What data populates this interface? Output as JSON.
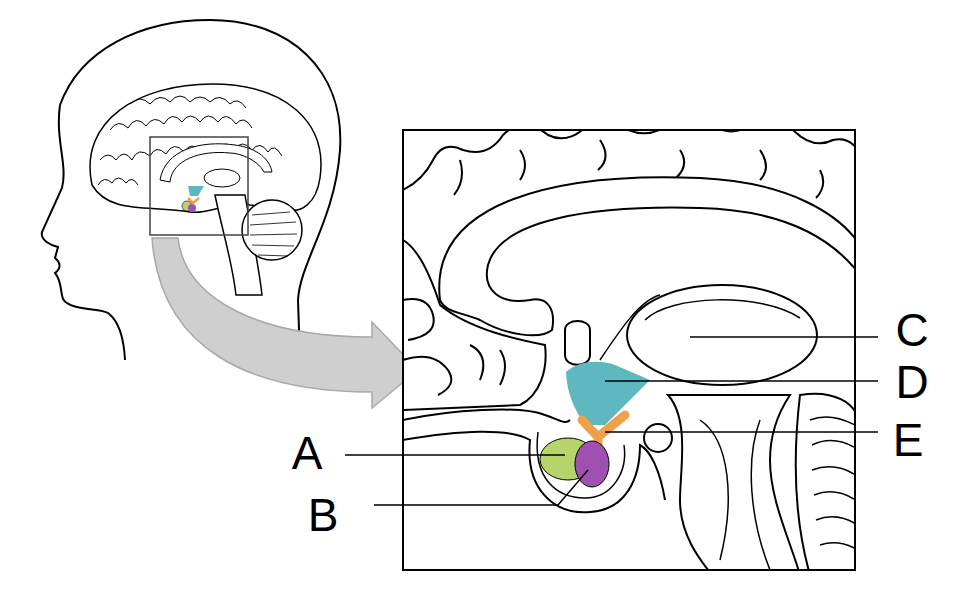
{
  "diagram": {
    "labels": [
      "C",
      "D",
      "E",
      "A",
      "B"
    ]
  }
}
